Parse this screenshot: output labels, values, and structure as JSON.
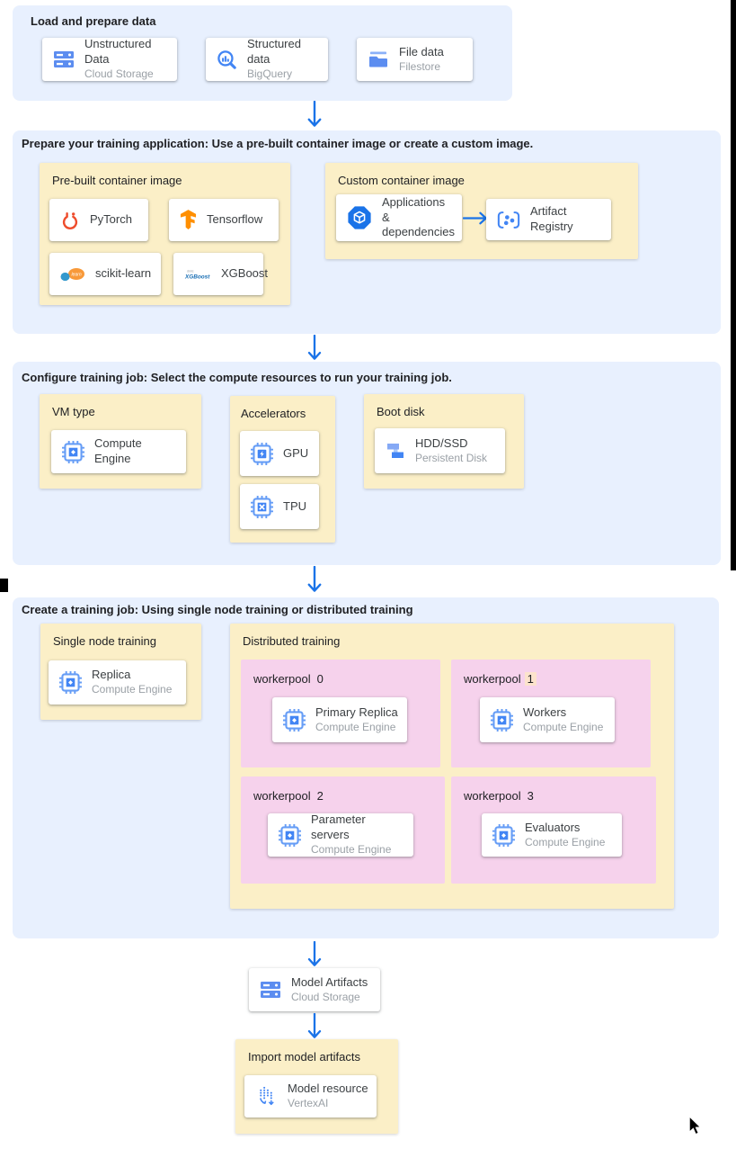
{
  "colors": {
    "panel_blue": "#e8f0fe",
    "box_yellow": "#fbefc7",
    "box_pink": "#f6d2ec",
    "arrow_blue": "#1a73e8",
    "highlight_peach": "#fce3cc",
    "icon_blue": "#4285f4",
    "pytorch_orange": "#ee4c2c",
    "tensorflow_orange": "#ff8f00"
  },
  "load": {
    "title": "Load and prepare data",
    "cards": [
      {
        "label": "Unstructured Data",
        "sublabel": "Cloud Storage",
        "icon": "cloud-storage-icon"
      },
      {
        "label": "Structured data",
        "sublabel": "BigQuery",
        "icon": "bigquery-icon"
      },
      {
        "label": "File data",
        "sublabel": "Filestore",
        "icon": "filestore-icon"
      }
    ]
  },
  "prepare": {
    "title": "Prepare your training application: Use a pre-built container image or create a custom image.",
    "prebuilt": {
      "title": "Pre-built container image",
      "cards": [
        {
          "label": "PyTorch",
          "icon": "pytorch-icon"
        },
        {
          "label": "Tensorflow",
          "icon": "tensorflow-icon"
        },
        {
          "label": "scikit-learn",
          "icon": "scikit-learn-icon"
        },
        {
          "label": "XGBoost",
          "icon": "xgboost-icon"
        }
      ]
    },
    "custom": {
      "title": "Custom container image",
      "source": {
        "label": "Applications &\ndependencies",
        "icon": "applications-dependencies-icon"
      },
      "target": {
        "label": "Artifact Registry",
        "icon": "artifact-registry-icon"
      }
    }
  },
  "configure": {
    "title": "Configure training job: Select the compute resources to run your training job.",
    "vm": {
      "title": "VM type",
      "card": {
        "label": "Compute Engine",
        "icon": "compute-engine-icon"
      }
    },
    "accelerators": {
      "title": "Accelerators",
      "cards": [
        {
          "label": "GPU",
          "icon": "gpu-icon"
        },
        {
          "label": "TPU",
          "icon": "tpu-icon"
        }
      ]
    },
    "boot": {
      "title": "Boot disk",
      "card": {
        "label": "HDD/SSD",
        "sublabel": "Persistent Disk",
        "icon": "persistent-disk-icon"
      }
    }
  },
  "create": {
    "title": "Create a training job: Using single node training or distributed training",
    "single": {
      "title": "Single node training",
      "card": {
        "label": "Replica",
        "sublabel": "Compute Engine",
        "icon": "compute-engine-icon"
      }
    },
    "distributed": {
      "title": "Distributed training",
      "pools": [
        {
          "prefix": "workerpool",
          "num": "0",
          "card": {
            "label": "Primary Replica",
            "sublabel": "Compute Engine"
          }
        },
        {
          "prefix": "workerpool",
          "num": "1",
          "card": {
            "label": "Workers",
            "sublabel": "Compute Engine"
          }
        },
        {
          "prefix": "workerpool",
          "num": "2",
          "card": {
            "label": "Parameter servers",
            "sublabel": "Compute Engine"
          }
        },
        {
          "prefix": "workerpool",
          "num": "3",
          "card": {
            "label": "Evaluators",
            "sublabel": "Compute Engine"
          }
        }
      ]
    }
  },
  "model_artifacts": {
    "label": "Model Artifacts",
    "sublabel": "Cloud Storage",
    "icon": "cloud-storage-icon"
  },
  "import": {
    "title": "Import model artifacts",
    "card": {
      "label": "Model resource",
      "sublabel": "VertexAI",
      "icon": "vertex-ai-icon"
    }
  }
}
